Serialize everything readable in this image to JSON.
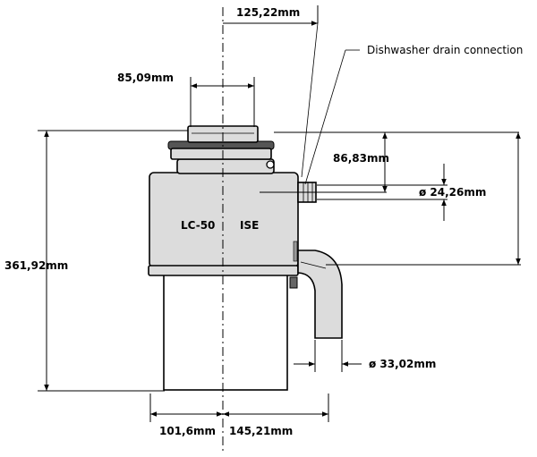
{
  "diagram": {
    "dimensions": {
      "top_width": "125,22mm",
      "inlet_width": "85,09mm",
      "upper_height": "86,83mm",
      "drain_diameter": "ø 24,26mm",
      "total_height": "361,92mm",
      "outlet_diameter": "ø 33,02mm",
      "left_width": "101,6mm",
      "right_width": "145,21mm"
    },
    "labels": {
      "dishwasher_drain": "Dishwasher drain connection",
      "model_left": "LC-50",
      "model_right": "ISE"
    }
  }
}
